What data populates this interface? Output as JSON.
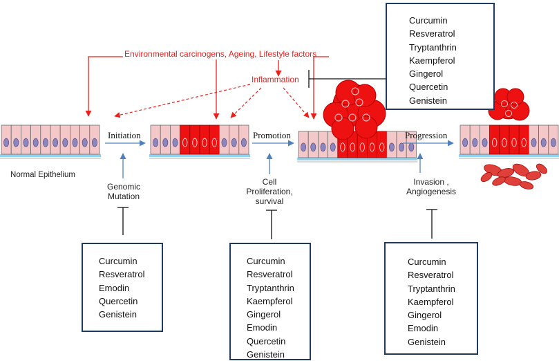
{
  "carcinogens_label": "Environmental carcinogens, Ageing, Lifestyle factors",
  "inflammation_label": "Inflammation",
  "normal_epithelium_label": "Normal Epithelium",
  "stages": {
    "initiation": "Initiation",
    "promotion": "Promotion",
    "progression": "Progression"
  },
  "drivers": {
    "genomic": [
      "Genomic",
      "Mutation"
    ],
    "proliferation": [
      "Cell",
      "Proliferation,",
      "survival"
    ],
    "invasion": [
      "Invasion ,",
      "Angiogenesis"
    ]
  },
  "boxes": {
    "inflammation_inhibitors": [
      "Curcumin",
      "Resveratrol",
      "Tryptanthrin",
      "Kaempferol",
      "Gingerol",
      "Quercetin",
      "Genistein"
    ],
    "initiation_inhibitors": [
      "Curcumin",
      "Resveratrol",
      "Emodin",
      "Quercetin",
      "Genistein"
    ],
    "promotion_inhibitors": [
      "Curcumin",
      "Resveratrol",
      "Tryptanthrin",
      "Kaempferol",
      "Gingerol",
      "Emodin",
      "Quercetin",
      "Genistein"
    ],
    "progression_inhibitors": [
      "Curcumin",
      "Resveratrol",
      "Tryptanthrin",
      "Kaempferol",
      "Gingerol",
      "Emodin",
      "Genistein"
    ]
  },
  "colors": {
    "red": "#e8211d",
    "arrow_blue": "#4f81bd",
    "box_border": "#1f3a5f",
    "cell_fill": "#f4c7c9",
    "nucleus": "#8c85be",
    "tumor": "#ee1111",
    "membrane": "#8fd3f0"
  }
}
